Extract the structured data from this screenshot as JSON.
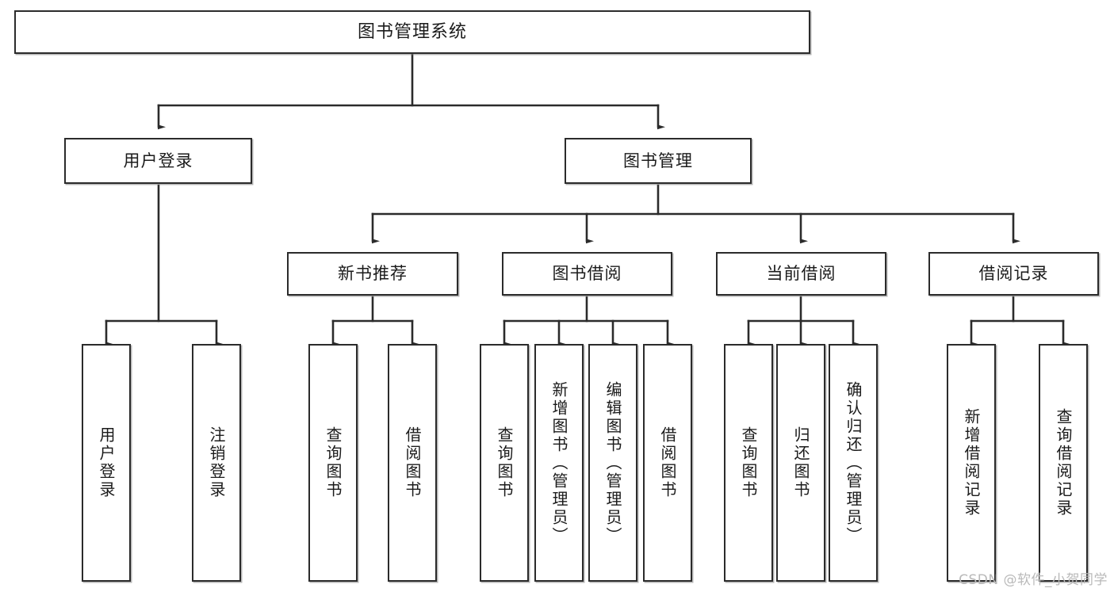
{
  "diagram": {
    "title": "图书管理系统",
    "type": "tree-hierarchy",
    "watermark": "CSDN @软件_小贺同学",
    "colors": {
      "border": "#2b2b2b",
      "background": "#ffffff",
      "text": "#1b1b1b",
      "connector": "#2b2b2b",
      "watermark": "#b9b9b9"
    },
    "levels": {
      "root": {
        "label": "图书管理系统"
      },
      "level2": [
        {
          "id": "user-login",
          "label": "用户登录"
        },
        {
          "id": "book-management",
          "label": "图书管理"
        }
      ],
      "level3": [
        {
          "id": "new-book-recommend",
          "label": "新书推荐",
          "parent": "book-management"
        },
        {
          "id": "book-borrow",
          "label": "图书借阅",
          "parent": "book-management"
        },
        {
          "id": "current-borrow",
          "label": "当前借阅",
          "parent": "book-management"
        },
        {
          "id": "borrow-record",
          "label": "借阅记录",
          "parent": "book-management"
        }
      ],
      "leaves": [
        {
          "id": "leaf-user-login",
          "label": "用户登录",
          "parent": "user-login"
        },
        {
          "id": "leaf-user-logout",
          "label": "注销登录",
          "parent": "user-login"
        },
        {
          "id": "leaf-query-book-1",
          "label": "查询图书",
          "parent": "new-book-recommend"
        },
        {
          "id": "leaf-borrow-book-1",
          "label": "借阅图书",
          "parent": "new-book-recommend"
        },
        {
          "id": "leaf-query-book-2",
          "label": "查询图书",
          "parent": "book-borrow"
        },
        {
          "id": "leaf-add-book",
          "label": "新增图书（管理员）",
          "parent": "book-borrow"
        },
        {
          "id": "leaf-edit-book",
          "label": "编辑图书（管理员）",
          "parent": "book-borrow"
        },
        {
          "id": "leaf-borrow-book-2",
          "label": "借阅图书",
          "parent": "book-borrow"
        },
        {
          "id": "leaf-query-book-3",
          "label": "查询图书",
          "parent": "current-borrow"
        },
        {
          "id": "leaf-return-book",
          "label": "归还图书",
          "parent": "current-borrow"
        },
        {
          "id": "leaf-confirm-return",
          "label": "确认归还（管理员）",
          "parent": "current-borrow"
        },
        {
          "id": "leaf-add-borrow-record",
          "label": "新增借阅记录",
          "parent": "borrow-record"
        },
        {
          "id": "leaf-query-borrow-record",
          "label": "查询借阅记录",
          "parent": "borrow-record"
        }
      ]
    }
  }
}
